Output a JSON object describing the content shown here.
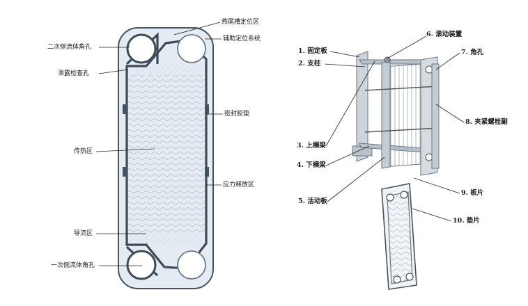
{
  "left_labels": {
    "secondary_port": "二次侧流体角孔",
    "leak_check_hole": "泄露检查孔",
    "heat_transfer_zone": "传热区",
    "flow_guide_zone": "导流区",
    "primary_port": "一次侧流体角孔",
    "dovetail_slot": "燕尾槽定位区",
    "aux_positioning": "辅助定位系统",
    "sealing_gasket": "密封胶垫",
    "stress_release": "应力释放区"
  },
  "right_labels": {
    "fixed_plate": "1. 固定板",
    "support_column": "2. 支柱",
    "upper_beam": "3. 上横梁",
    "lower_beam": "4. 下横梁",
    "movable_plate": "5. 活动板",
    "rolling_device": "6. 滚动装置",
    "corner_hole": "7. 角孔",
    "clamping_bolt": "8. 夹紧螺栓副",
    "plate": "9. 板片",
    "gasket": "10. 垫片"
  },
  "colors": {
    "plate_fill": "#e4ebf2",
    "gasket": "#3d4a57",
    "frame": "#b9c2cb"
  }
}
